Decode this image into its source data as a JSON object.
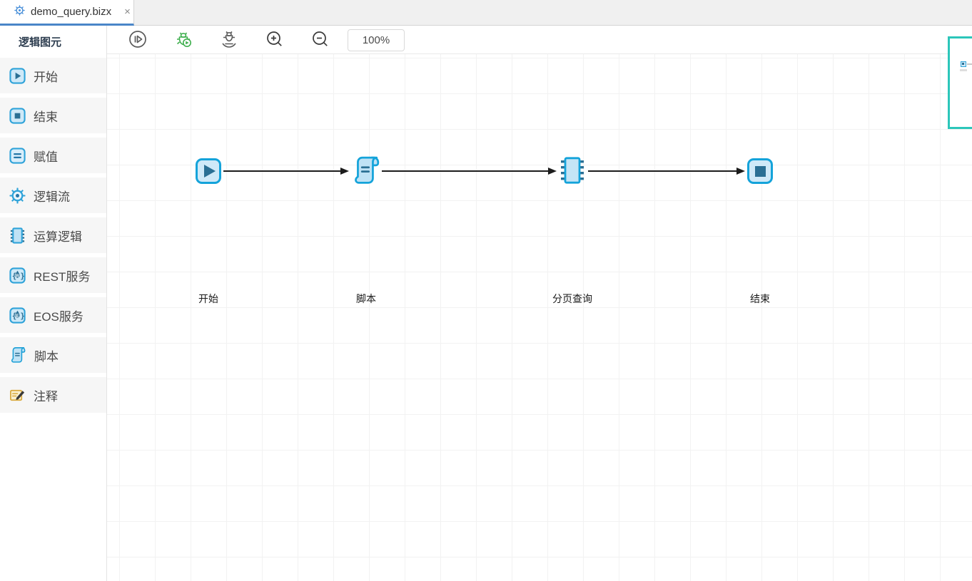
{
  "window": {
    "tab": {
      "icon": "gear-icon",
      "title": "demo_query.bizx",
      "close_label": "×"
    }
  },
  "sidebar": {
    "title": "逻辑图元",
    "items": [
      {
        "icon": "start-icon",
        "label": "开始"
      },
      {
        "icon": "end-icon",
        "label": "结束"
      },
      {
        "icon": "assign-icon",
        "label": "赋值"
      },
      {
        "icon": "logic-flow-gear-icon",
        "label": "逻辑流"
      },
      {
        "icon": "operation-chip-icon",
        "label": "运算逻辑"
      },
      {
        "icon": "rest-service-icon",
        "label": "REST服务"
      },
      {
        "icon": "eos-service-icon",
        "label": "EOS服务"
      },
      {
        "icon": "script-scroll-icon",
        "label": "脚本"
      },
      {
        "icon": "comment-note-icon",
        "label": "注释"
      }
    ]
  },
  "toolbar": {
    "buttons": [
      {
        "icon": "step-run-icon"
      },
      {
        "icon": "debug-run-icon"
      },
      {
        "icon": "debug-hand-icon"
      },
      {
        "icon": "zoom-in-icon"
      },
      {
        "icon": "zoom-out-icon"
      }
    ],
    "zoom_level": "100%"
  },
  "canvas": {
    "nodes": [
      {
        "type": "start",
        "label": "开始"
      },
      {
        "type": "script",
        "label": "脚本"
      },
      {
        "type": "chip",
        "label": "分页查询"
      },
      {
        "type": "end",
        "label": "结束"
      }
    ],
    "edges": [
      {
        "from": "开始",
        "to": "脚本"
      },
      {
        "from": "脚本",
        "to": "分页查询"
      },
      {
        "from": "分页查询",
        "to": "结束"
      }
    ]
  },
  "colors": {
    "tab_accent": "#4a86c8",
    "node_border": "#14a3da",
    "node_fill": "#cfe9f8",
    "node_inner": "#2a6f94",
    "sidebar_icon_blue": "#2fa3d9",
    "comment_yellow": "#d9a93c",
    "debug_green": "#3faf4e",
    "edge_color": "#1c1c1c",
    "minimap_border": "#2cc6ba"
  }
}
